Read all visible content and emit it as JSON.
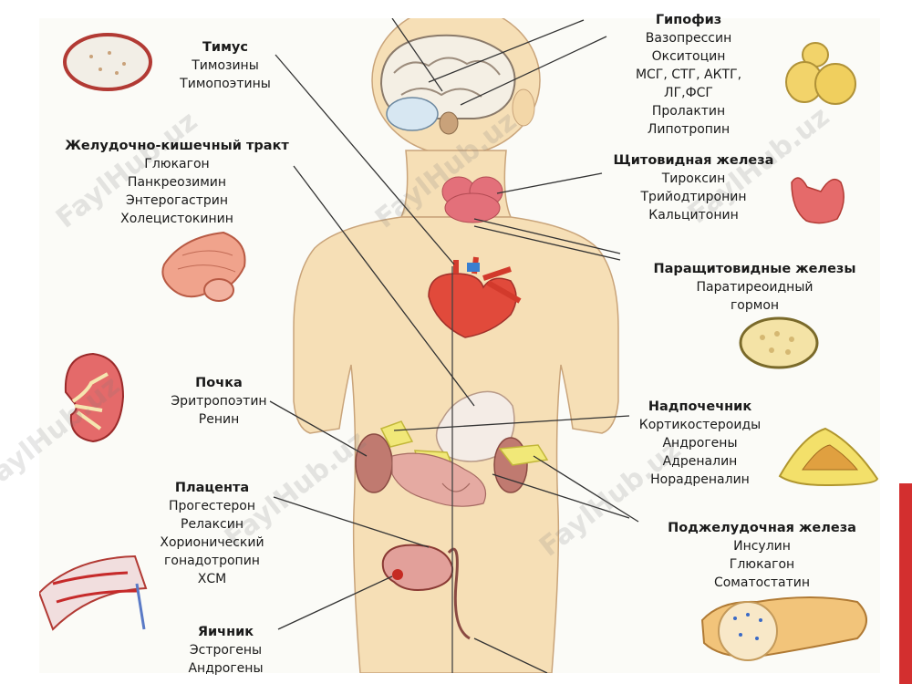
{
  "watermark": "FaylHub.uz",
  "accent_color": "#d32f2f",
  "glands": {
    "pituitary": {
      "title": "Гипофиз",
      "items": [
        "Вазопрессин",
        "Окситоцин",
        "МСГ, СТГ, АКТГ,",
        "ЛГ,ФСГ",
        "Пролактин",
        "Липотропин"
      ]
    },
    "thymus": {
      "title": "Тимус",
      "items": [
        "Тимозины",
        "Тимопоэтины"
      ]
    },
    "gi_tract": {
      "title": "Желудочно-кишечный тракт",
      "items": [
        "Глюкагон",
        "Панкреозимин",
        "Энтерогастрин",
        "Холецистокинин"
      ]
    },
    "thyroid": {
      "title": "Щитовидная железа",
      "items": [
        "Тироксин",
        "Трийодтиронин",
        "Кальцитонин"
      ]
    },
    "parathyroid": {
      "title": "Паращитовидные железы",
      "items": [
        "Паратиреоидный",
        "гормон"
      ]
    },
    "kidney": {
      "title": "Почка",
      "items": [
        "Эритропоэтин",
        "Ренин"
      ]
    },
    "adrenal": {
      "title": "Надпочечник",
      "items": [
        "Кортикостероиды",
        "Андрогены",
        "Адреналин",
        "Норадреналин"
      ]
    },
    "placenta": {
      "title": "Плацента",
      "items": [
        "Прогестерон",
        "Релаксин",
        "Хорионический",
        "гонадотропин",
        "ХСМ"
      ]
    },
    "pancreas": {
      "title": "Поджелудочная железа",
      "items": [
        "Инсулин",
        "Глюкагон",
        "Соматостатин"
      ]
    },
    "ovary": {
      "title": "Яичник",
      "items": [
        "Эстрогены",
        "Андрогены"
      ]
    }
  }
}
